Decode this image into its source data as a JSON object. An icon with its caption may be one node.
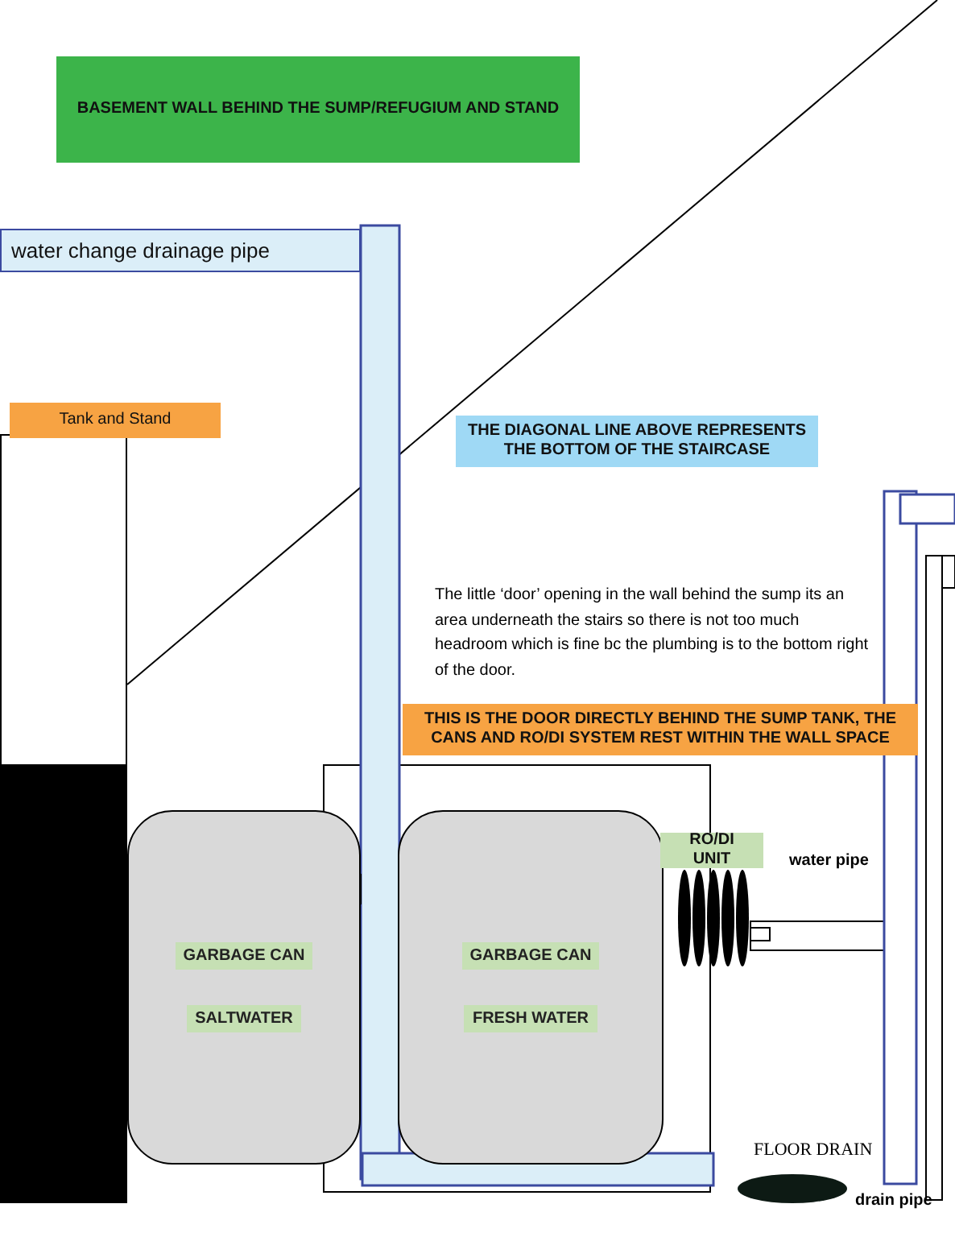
{
  "diagram": {
    "nodes": [
      {
        "text": [
          "BASEMENT WALL BEHIND THE SUMP/REFUGIUM AND STAND"
        ]
      },
      {
        "text": [
          "water change drainage pipe"
        ]
      },
      {
        "text": [
          "Tank and Stand"
        ]
      },
      {
        "text": [
          "THE DIAGONAL LINE ABOVE REPRESENTS THE BOTTOM OF THE STAIRCASE"
        ]
      },
      {
        "text": [
          "THIS IS THE DOOR DIRECTLY BEHIND THE SUMP TANK, THE CANS AND RO/DI SYSTEM REST WITHIN THE WALL SPACE"
        ]
      },
      {
        "text": [
          "GARBAGE CAN",
          "SALTWATER"
        ]
      },
      {
        "text": [
          "GARBAGE CAN",
          "FRESH WATER"
        ]
      },
      {
        "text": [
          "RO/DI UNIT"
        ]
      }
    ],
    "labels": [
      "The little ‘door’ opening in the wall behind the sump its an area underneath the stairs so there is not too much headroom which is fine bc the plumbing is to the bottom right of the door.",
      "water pipe",
      "FLOOR DRAIN",
      "drain pipe"
    ]
  }
}
